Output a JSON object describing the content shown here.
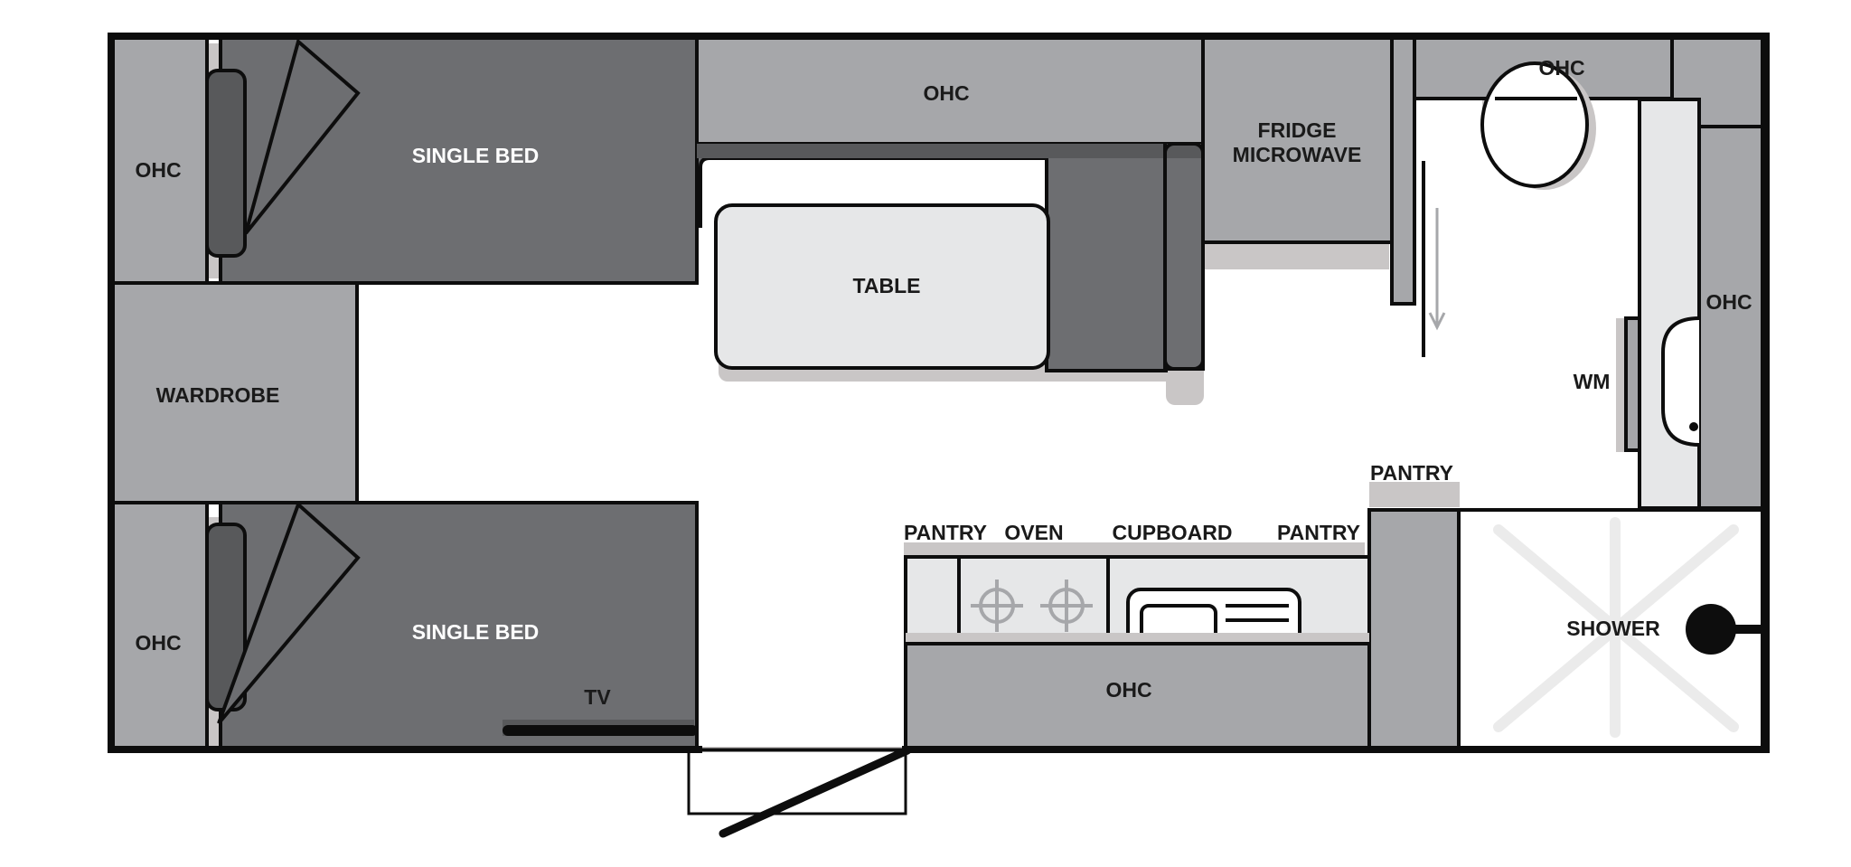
{
  "labels": {
    "ohc_rear_top": "OHC",
    "single_bed_top": "SINGLE BED",
    "ohc_top_center": "OHC",
    "fridge_line1": "FRIDGE",
    "fridge_line2": "MICROWAVE",
    "ohc_ensuite_top": "OHC",
    "table": "TABLE",
    "ohc_right": "OHC",
    "wardrobe": "WARDROBE",
    "wm": "WM",
    "pantry_right": "PANTRY",
    "ohc_rear_bottom": "OHC",
    "single_bed_bottom": "SINGLE BED",
    "tv": "TV",
    "pantry_left": "PANTRY",
    "oven": "OVEN",
    "cupboard": "CUPBOARD",
    "pantry_mid": "PANTRY",
    "ohc_kitchen": "OHC",
    "shower": "SHOWER"
  },
  "colors": {
    "outline": "#0d0d0d",
    "cabinet": "#a6a7aa",
    "bed": "#6d6e71",
    "dark": "#58595b",
    "shadow": "#c9c6c6",
    "light": "#e6e7e8"
  }
}
